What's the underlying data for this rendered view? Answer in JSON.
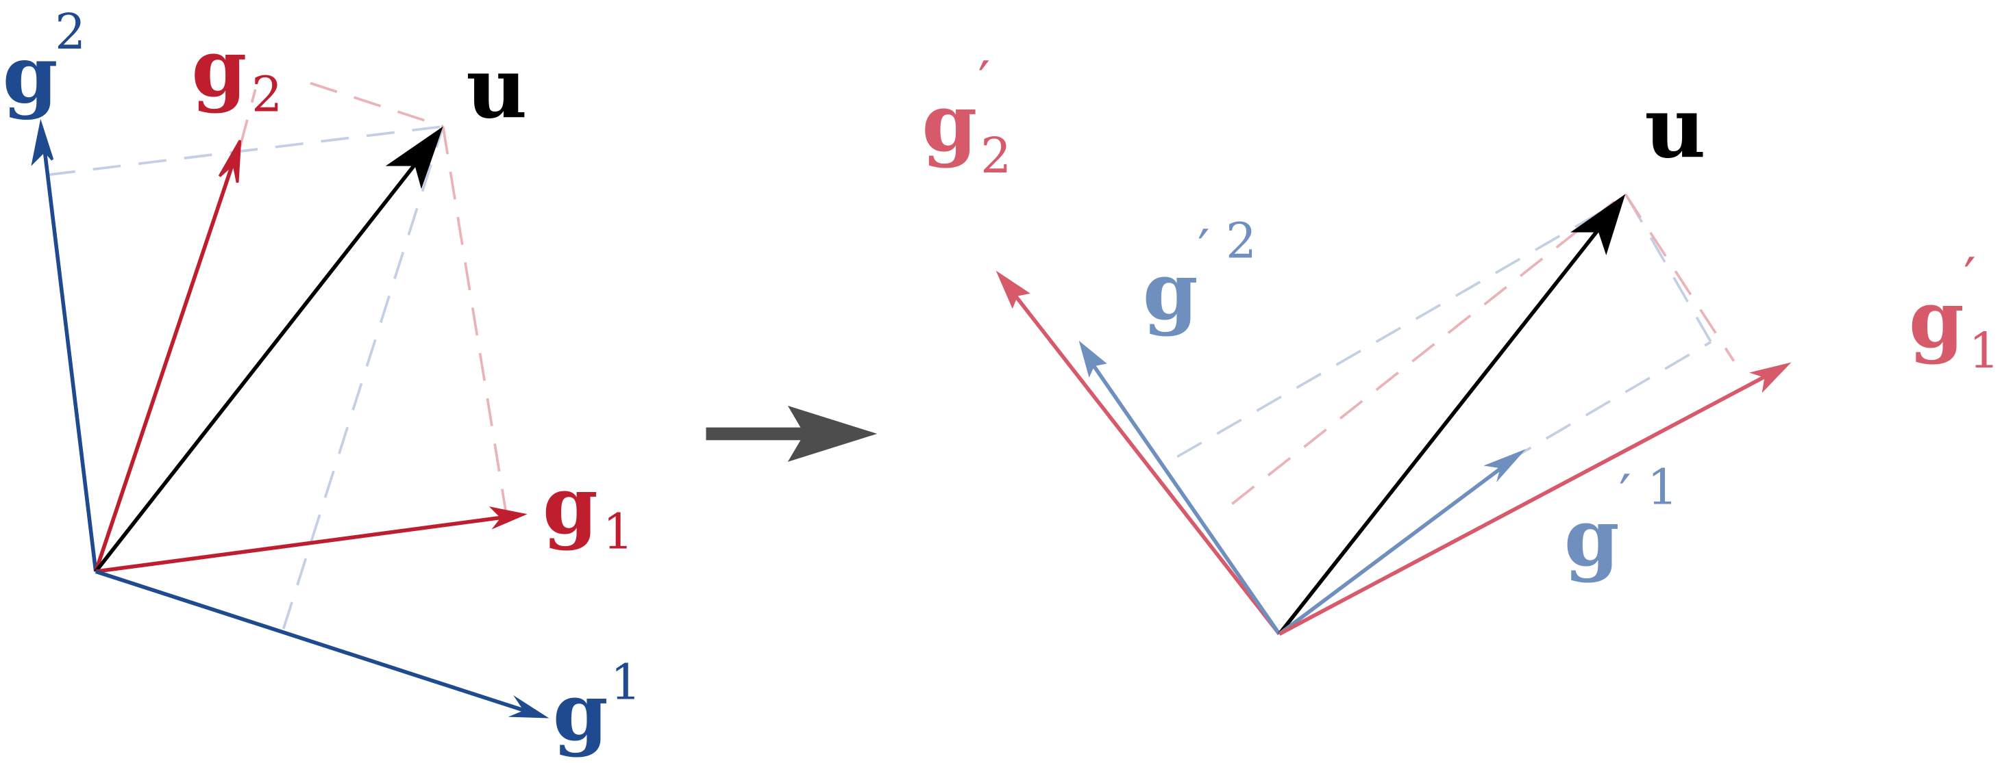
{
  "colors": {
    "blue": "#1f4a8f",
    "red": "#be1e2d",
    "light_blue": "#6f8fbf",
    "light_red": "#d65a6a",
    "black": "#000000",
    "arrow": "#4d4d4d"
  },
  "left": {
    "u": {
      "base": "u"
    },
    "g_sup2": {
      "base": "g",
      "script": "2"
    },
    "g_sub2": {
      "base": "g",
      "script": "2"
    },
    "g_sub1": {
      "base": "g",
      "script": "1"
    },
    "g_sup1": {
      "base": "g",
      "script": "1"
    }
  },
  "right": {
    "u": {
      "base": "u"
    },
    "gp_sub2": {
      "base": "g",
      "prime": "′",
      "script": "2"
    },
    "gp_sup2": {
      "base": "g",
      "prime": "′",
      "script": "2"
    },
    "gp_sub1": {
      "base": "g",
      "prime": "′",
      "script": "1"
    },
    "gp_sup1": {
      "base": "g",
      "prime": "′",
      "script": "1"
    }
  }
}
